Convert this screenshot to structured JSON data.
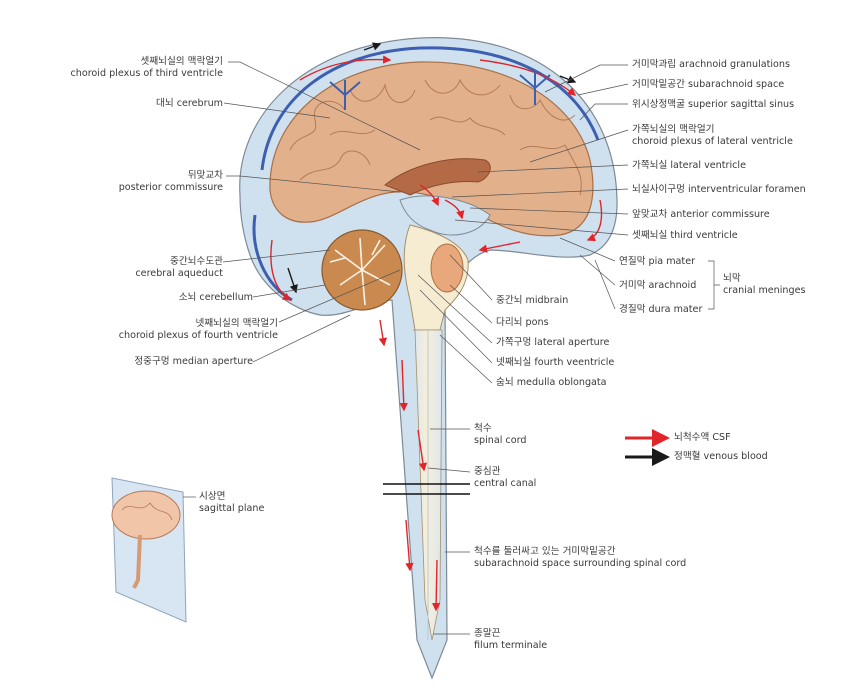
{
  "labels_left": [
    {
      "ko": "셋째뇌실의 맥락얼기",
      "en": "choroid plexus of third ventricle"
    },
    {
      "ko": "대뇌 cerebrum",
      "en": ""
    },
    {
      "ko": "뒤맞교차",
      "en": "posterior commissure"
    },
    {
      "ko": "중간뇌수도관",
      "en": "cerebral aqueduct"
    },
    {
      "ko": "소뇌 cerebellum",
      "en": ""
    },
    {
      "ko": "넷째뇌실의 맥락얼기",
      "en": "choroid plexus of fourth ventricle"
    },
    {
      "ko": "정중구멍 median aperture",
      "en": ""
    }
  ],
  "labels_right": [
    {
      "ko": "거미막과립 arachnoid granulations",
      "en": ""
    },
    {
      "ko": "거미막밑공간 subarachnoid space",
      "en": ""
    },
    {
      "ko": "위시상정맥굴 superior sagittal sinus",
      "en": ""
    },
    {
      "ko": "가쪽뇌실의 맥락얼기",
      "en": "choroid plexus of lateral ventricle"
    },
    {
      "ko": "가쪽뇌실 lateral ventricle",
      "en": ""
    },
    {
      "ko": "뇌실사이구멍 interventricular foramen",
      "en": ""
    },
    {
      "ko": "앞맞교차 anterior commissure",
      "en": ""
    },
    {
      "ko": "셋째뇌실 third ventricle",
      "en": ""
    }
  ],
  "meninges": {
    "items": [
      "연질막 pia mater",
      "거미막 arachnoid",
      "경질막 dura mater"
    ],
    "group_ko": "뇌막",
    "group_en": "cranial meninges"
  },
  "labels_stem": [
    {
      "ko": "중간뇌 midbrain",
      "en": ""
    },
    {
      "ko": "다리뇌 pons",
      "en": ""
    },
    {
      "ko": "가쪽구멍 lateral aperture",
      "en": ""
    },
    {
      "ko": "넷째뇌실 fourth veentricle",
      "en": ""
    },
    {
      "ko": "숨뇌 medulla oblongata",
      "en": ""
    }
  ],
  "labels_cord": [
    {
      "ko": "척수",
      "en": "spinal cord"
    },
    {
      "ko": "중심관",
      "en": "central canal"
    },
    {
      "ko": "척수를 둘러싸고 있는 거미막밑공간",
      "en": "subarachnoid space surrounding spinal cord"
    },
    {
      "ko": "종말끈",
      "en": "filum terminale"
    }
  ],
  "legend": [
    {
      "label": "뇌척수액 CSF",
      "color": "#e0262b"
    },
    {
      "label": "정맥혈 venous blood",
      "color": "#1a1a1a"
    }
  ],
  "inset": {
    "ko": "시상면",
    "en": "sagittal plane"
  },
  "colors": {
    "csf_arrow": "#e0262b",
    "venous_arrow": "#1a1a1a",
    "subarachnoid": "#cfe0ef",
    "sinus_blue": "#3d5fb0",
    "brain_tan": "#e2b08a",
    "cerebellum": "#c9894f",
    "cord": "#f6ecd2"
  }
}
